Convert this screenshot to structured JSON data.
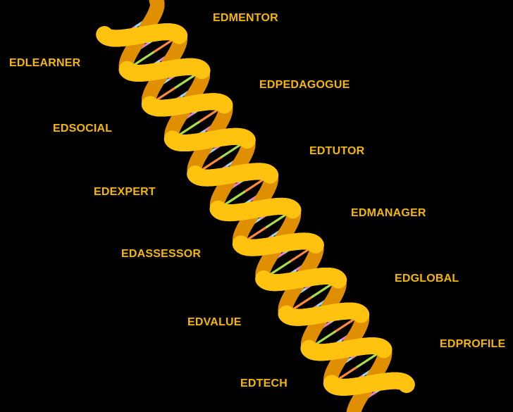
{
  "labels": [
    "EDMENTOR",
    "EDLEARNER",
    "EDPEDAGOGUE",
    "EDSOCIAL",
    "EDTUTOR",
    "EDEXPERT",
    "EDMANAGER",
    "EDASSESSOR",
    "EDGLOBAL",
    "EDVALUE",
    "EDPROFILE",
    "EDTECH"
  ],
  "colors": {
    "background": "#000000",
    "label": "#f5b800",
    "strand_front": "#ffc20e",
    "strand_back": "#e08f00",
    "base_pairs": [
      "#ff8a3d",
      "#e87fd0",
      "#a8e04a",
      "#9ad8f0"
    ]
  }
}
